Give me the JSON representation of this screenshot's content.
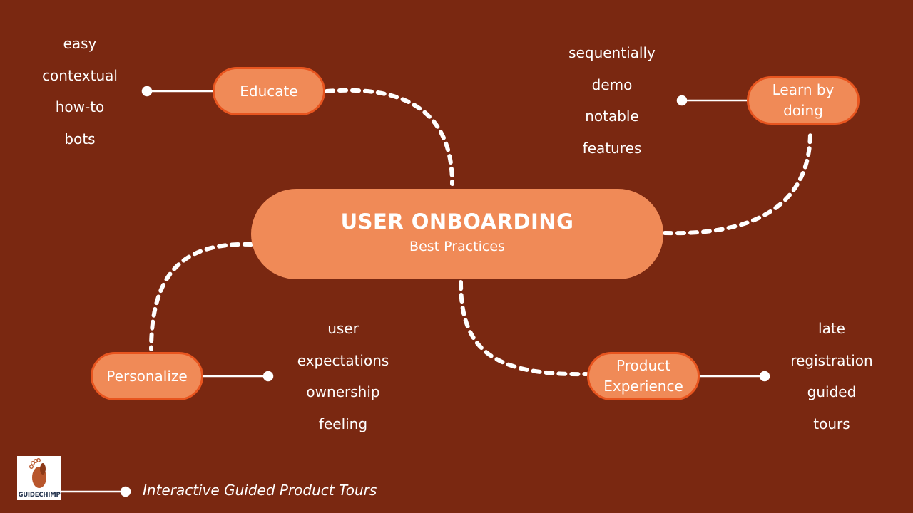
{
  "center": {
    "title": "USER ONBOARDING",
    "subtitle": "Best Practices"
  },
  "nodes": {
    "educate": {
      "label": "Educate",
      "keywords": [
        "easy",
        "contextual",
        "how-to",
        "bots"
      ]
    },
    "learn": {
      "label_line1": "Learn by",
      "label_line2": "doing",
      "keywords": [
        "sequentially",
        "demo",
        "notable",
        "features"
      ]
    },
    "personalize": {
      "label": "Personalize",
      "keywords": [
        "user",
        "expectations",
        "ownership",
        "feeling"
      ]
    },
    "product": {
      "label_line1": "Product",
      "label_line2": "Experience",
      "keywords": [
        "late",
        "registration",
        "guided",
        "tours"
      ]
    }
  },
  "footer": {
    "logo_text": "GUIDECHIMP",
    "tagline": "Interactive Guided Product Tours"
  },
  "colors": {
    "background": "#7a2811",
    "node_fill": "#f08a57",
    "node_border": "#e8551f",
    "line": "#ffffff"
  }
}
